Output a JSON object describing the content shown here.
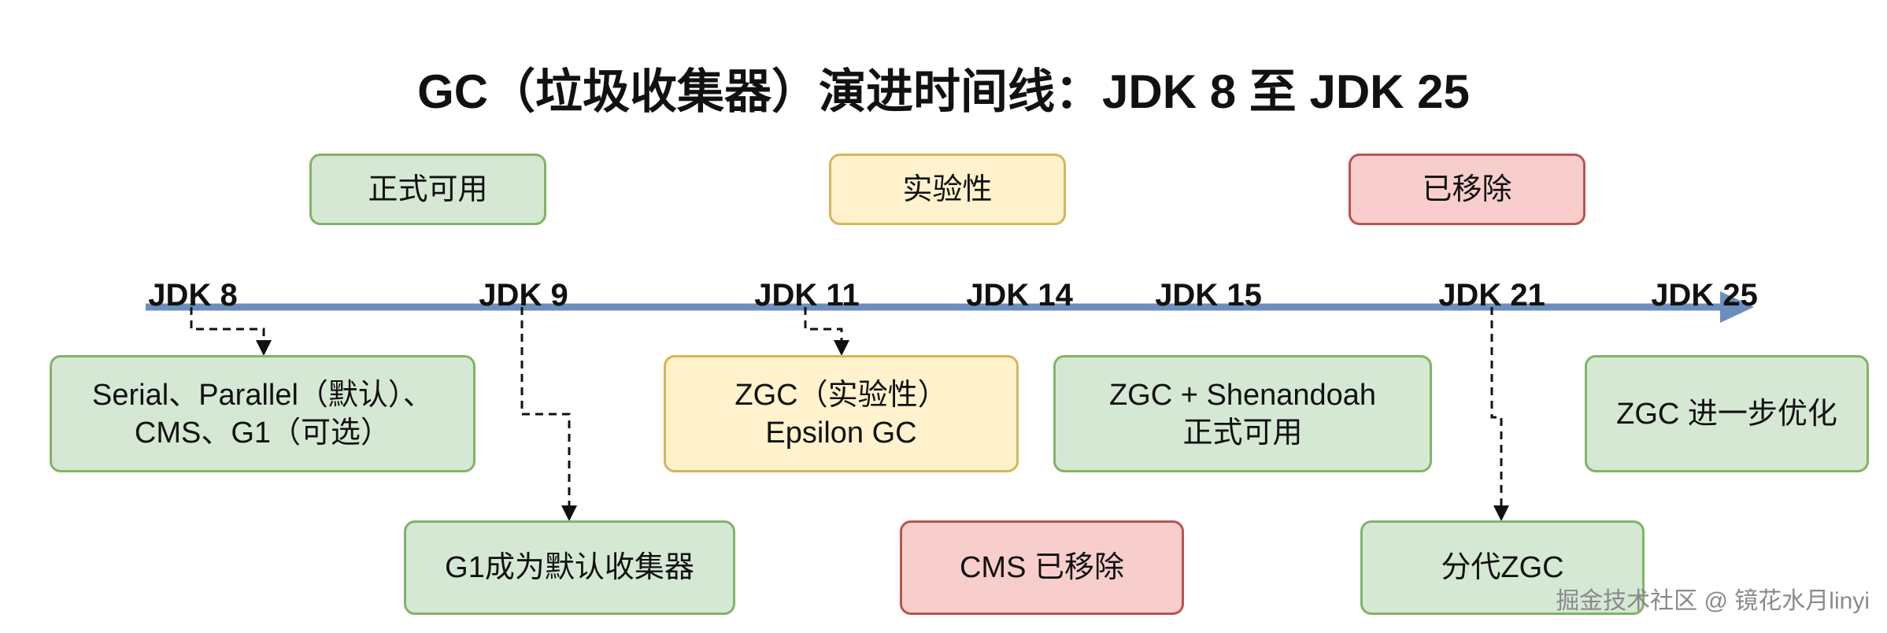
{
  "title": "GC（垃圾收集器）演进时间线：JDK 8 至 JDK 25",
  "legend": {
    "available": "正式可用",
    "experimental": "实验性",
    "removed": "已移除"
  },
  "timeline": {
    "labels": [
      "JDK 8",
      "JDK 9",
      "JDK 11",
      "JDK 14",
      "JDK 15",
      "JDK 21",
      "JDK 25"
    ]
  },
  "events": {
    "jdk8": "Serial、Parallel（默认）、\nCMS、G1（可选）",
    "jdk9": "G1成为默认收集器",
    "jdk11": "ZGC（实验性）\nEpsilon GC",
    "jdk14": "CMS 已移除",
    "jdk15": "ZGC + Shenandoah\n正式可用",
    "jdk21": "分代ZGC",
    "jdk25": "ZGC 进一步优化"
  },
  "colors": {
    "available_fill": "#d5e8d4",
    "available_border": "#82b366",
    "experimental_fill": "#fff2cc",
    "experimental_border": "#d6b656",
    "removed_fill": "#f8cecc",
    "removed_border": "#b85450",
    "timeline": "#6c8ebf"
  },
  "watermark": "掘金技术社区 @ 镜花水月linyi"
}
